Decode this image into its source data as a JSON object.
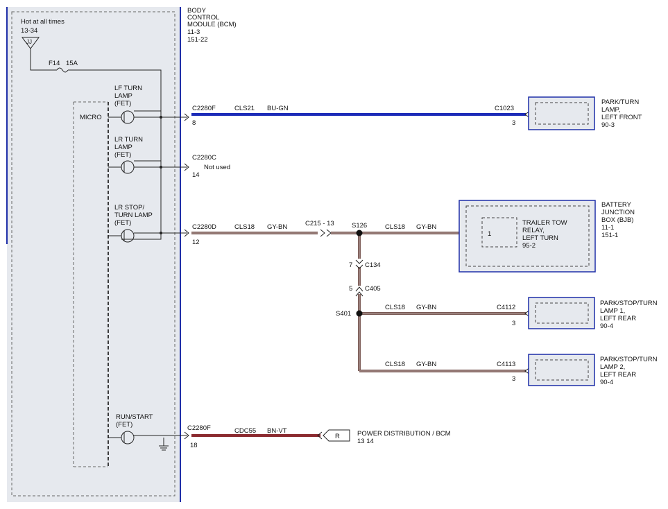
{
  "colors": {
    "panel_fill": "#e6e9ee",
    "panel_border": "#1f2fa8",
    "wire_bu_gn": "#1c2bb8",
    "wire_gy_bn": "#7a5a55",
    "wire_bn_vt": "#8b2a2f",
    "line": "#222222"
  },
  "bcm": {
    "title_lines": [
      "BODY",
      "CONTROL",
      "MODULE (BCM)",
      "11-3",
      "151-22"
    ],
    "hot_label": "Hot at all times",
    "hot_ref": "13-34",
    "connector_id": "JJ",
    "fuse_label": "F14",
    "fuse_rating": "15A",
    "micro_label": "MICRO",
    "drivers": [
      {
        "lines": [
          "LF TURN",
          "LAMP",
          "(FET)"
        ]
      },
      {
        "lines": [
          "LR TURN",
          "LAMP",
          "(FET)"
        ]
      },
      {
        "lines": [
          "LR STOP/",
          "TURN LAMP",
          "(FET)"
        ]
      },
      {
        "lines": [
          "RUN/START",
          "(FET)"
        ]
      }
    ]
  },
  "circuits": [
    {
      "connector": "C2280F",
      "pin": "8",
      "circuit": "CLS21",
      "color": "BU-GN",
      "end_connector": "C1023",
      "end_pin": "3"
    },
    {
      "connector": "C2280C",
      "pin": "14",
      "note": "Not used"
    },
    {
      "connector": "C2280D",
      "pin": "12",
      "circuit": "CLS18",
      "color": "GY-BN",
      "inline": "C215 - 13",
      "splice": "S126",
      "circuit2": "CLS18",
      "color2": "GY-BN"
    },
    {
      "connector": "C2280F",
      "pin": "18",
      "circuit": "CDC55",
      "color": "BN-VT"
    }
  ],
  "branch": {
    "c134_pin": "7",
    "c134": "C134",
    "c405_pin": "5",
    "c405": "C405",
    "splice2": "S401",
    "rear1": {
      "circuit": "CLS18",
      "color": "GY-BN",
      "connector": "C4112",
      "pin": "3"
    },
    "rear2": {
      "circuit": "CLS18",
      "color": "GY-BN",
      "connector": "C4113",
      "pin": "3"
    }
  },
  "components": {
    "park_turn_lf": [
      "PARK/TURN",
      "LAMP,",
      "LEFT FRONT",
      "90-3"
    ],
    "bjb": [
      "BATTERY",
      "JUNCTION",
      "BOX (BJB)",
      "11-1",
      "151-1"
    ],
    "relay": [
      "TRAILER TOW",
      "RELAY,",
      "LEFT TURN",
      "95-2"
    ],
    "relay_pin": "1",
    "rear_lamp1": [
      "PARK/STOP/TURN",
      "LAMP 1,",
      "LEFT REAR",
      "90-4"
    ],
    "rear_lamp2": [
      "PARK/STOP/TURN",
      "LAMP 2,",
      "LEFT REAR",
      "90-4"
    ],
    "power_dist": [
      "POWER DISTRIBUTION / BCM",
      "13 14"
    ],
    "power_dist_id": "R"
  }
}
